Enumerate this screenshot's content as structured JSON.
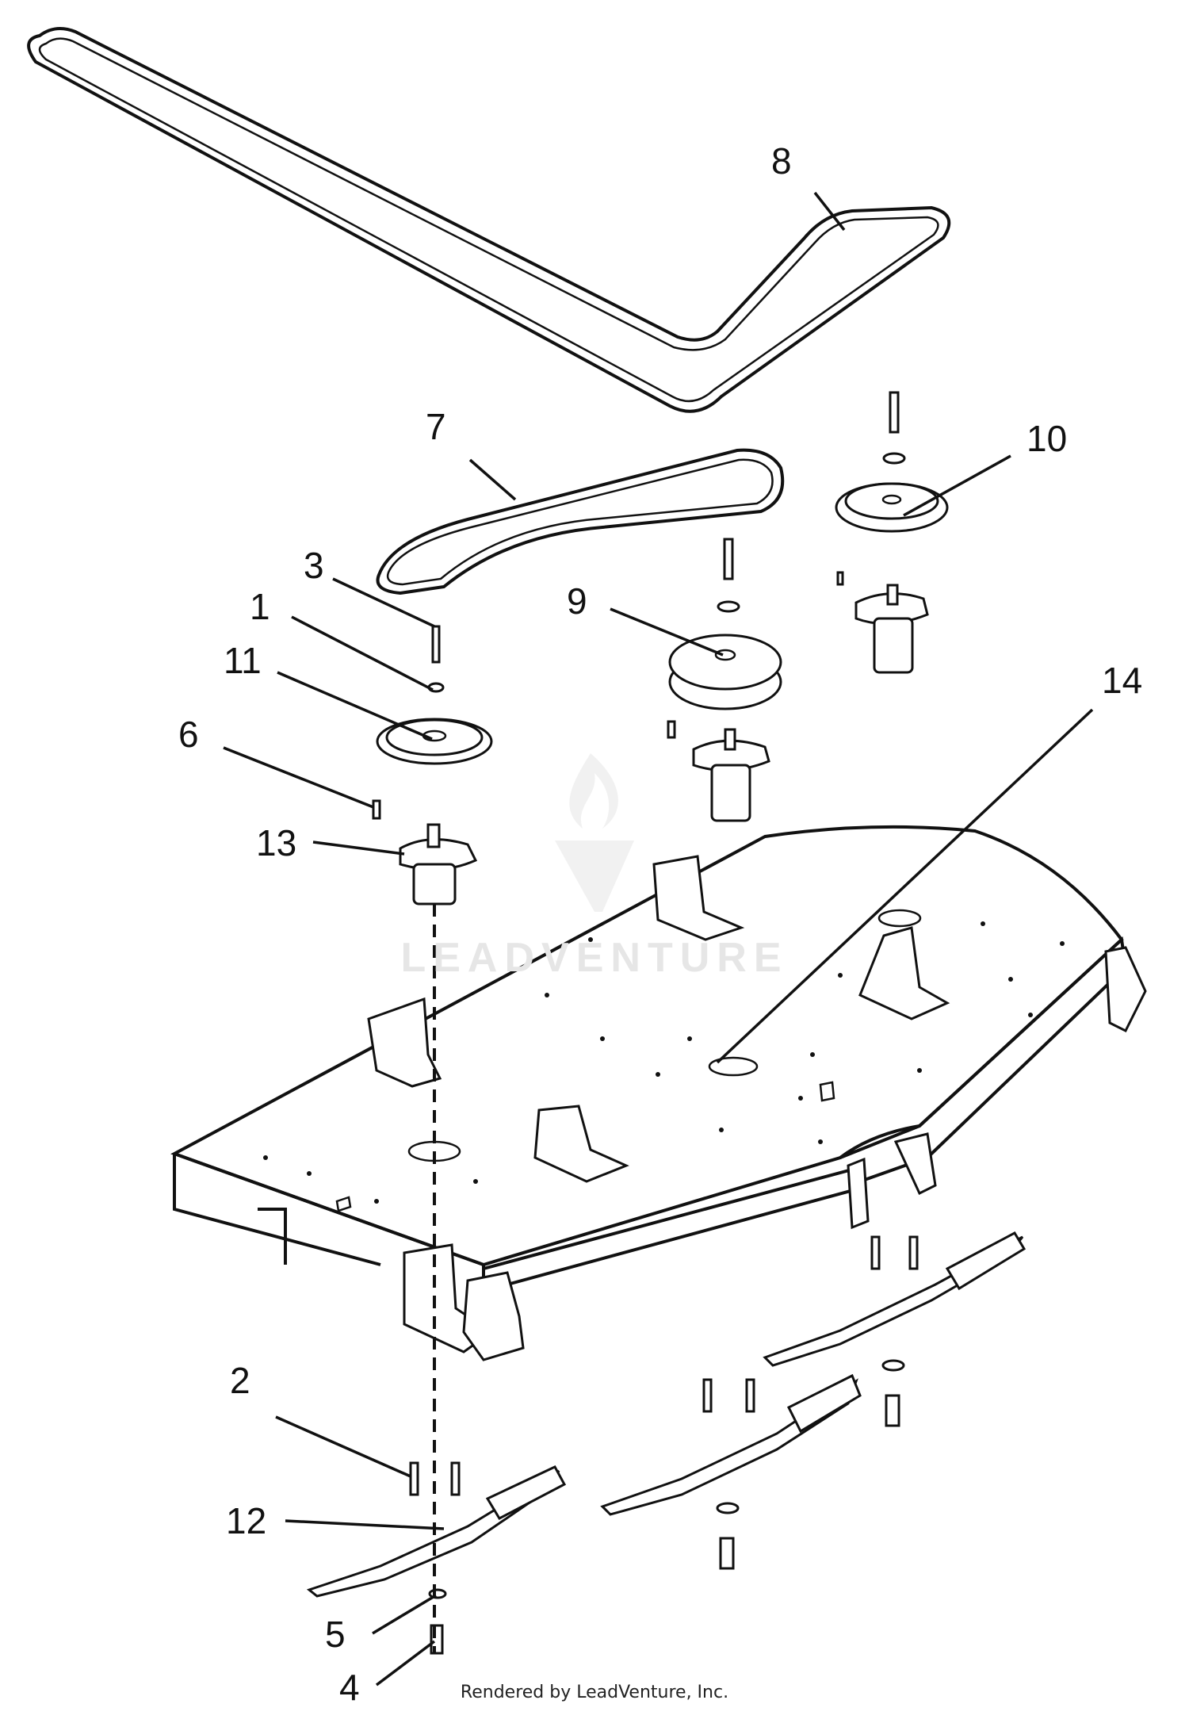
{
  "callouts": [
    {
      "id": "1",
      "label": "1"
    },
    {
      "id": "2",
      "label": "2"
    },
    {
      "id": "3",
      "label": "3"
    },
    {
      "id": "4",
      "label": "4"
    },
    {
      "id": "5",
      "label": "5"
    },
    {
      "id": "6",
      "label": "6"
    },
    {
      "id": "7",
      "label": "7"
    },
    {
      "id": "8",
      "label": "8"
    },
    {
      "id": "9",
      "label": "9"
    },
    {
      "id": "10",
      "label": "10"
    },
    {
      "id": "11",
      "label": "11"
    },
    {
      "id": "12",
      "label": "12"
    },
    {
      "id": "13",
      "label": "13"
    },
    {
      "id": "14",
      "label": "14"
    }
  ],
  "watermark": "LEADVENTURE",
  "footer": "Rendered by LeadVenture, Inc.",
  "colors": {
    "line": "#111111",
    "watermark": "#e6e6e6",
    "background": "#ffffff"
  }
}
